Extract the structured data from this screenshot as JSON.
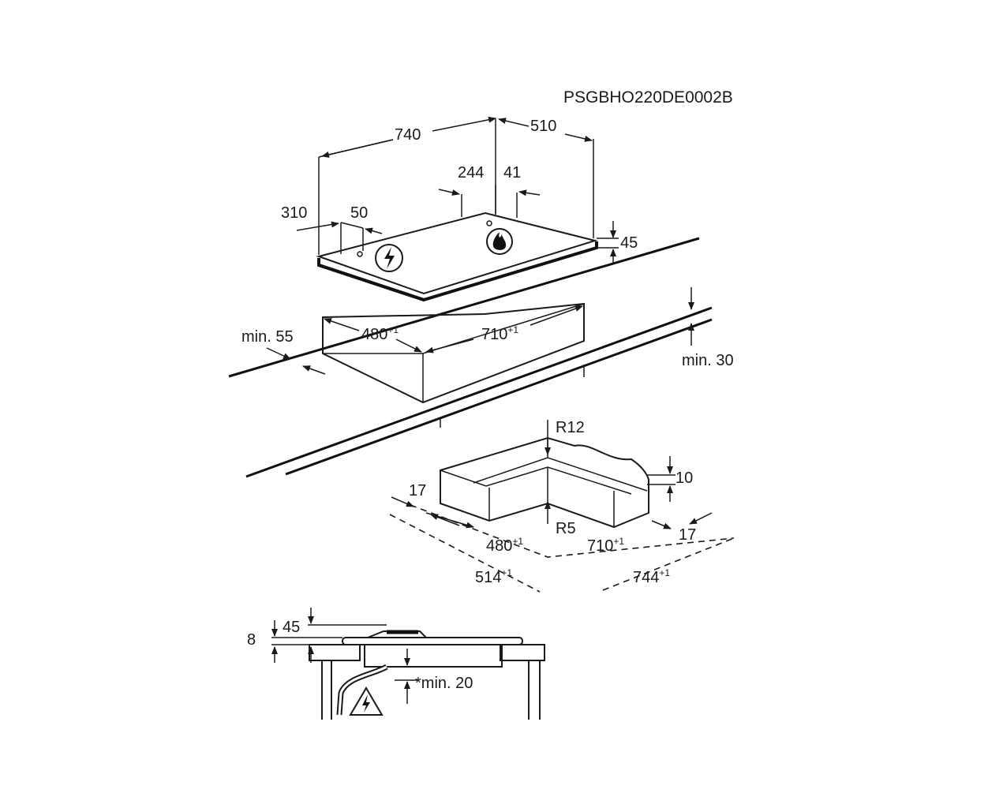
{
  "code": "PSGBHO220DE0002B",
  "dims": {
    "d740": "740",
    "d510": "510",
    "d244": "244",
    "d41": "41",
    "d310": "310",
    "d50": "50",
    "d45_top": "45",
    "min55": "min. 55",
    "cut480": "480",
    "cut710": "710",
    "min30": "min. 30",
    "tol": "+1",
    "r12": "R12",
    "d10": "10",
    "d17_left": "17",
    "d17_right": "17",
    "r5": "R5",
    "c480": "480",
    "c710": "710",
    "c514": "514",
    "c744": "744",
    "d8": "8",
    "d45_side": "45",
    "min20": "*min. 20"
  }
}
